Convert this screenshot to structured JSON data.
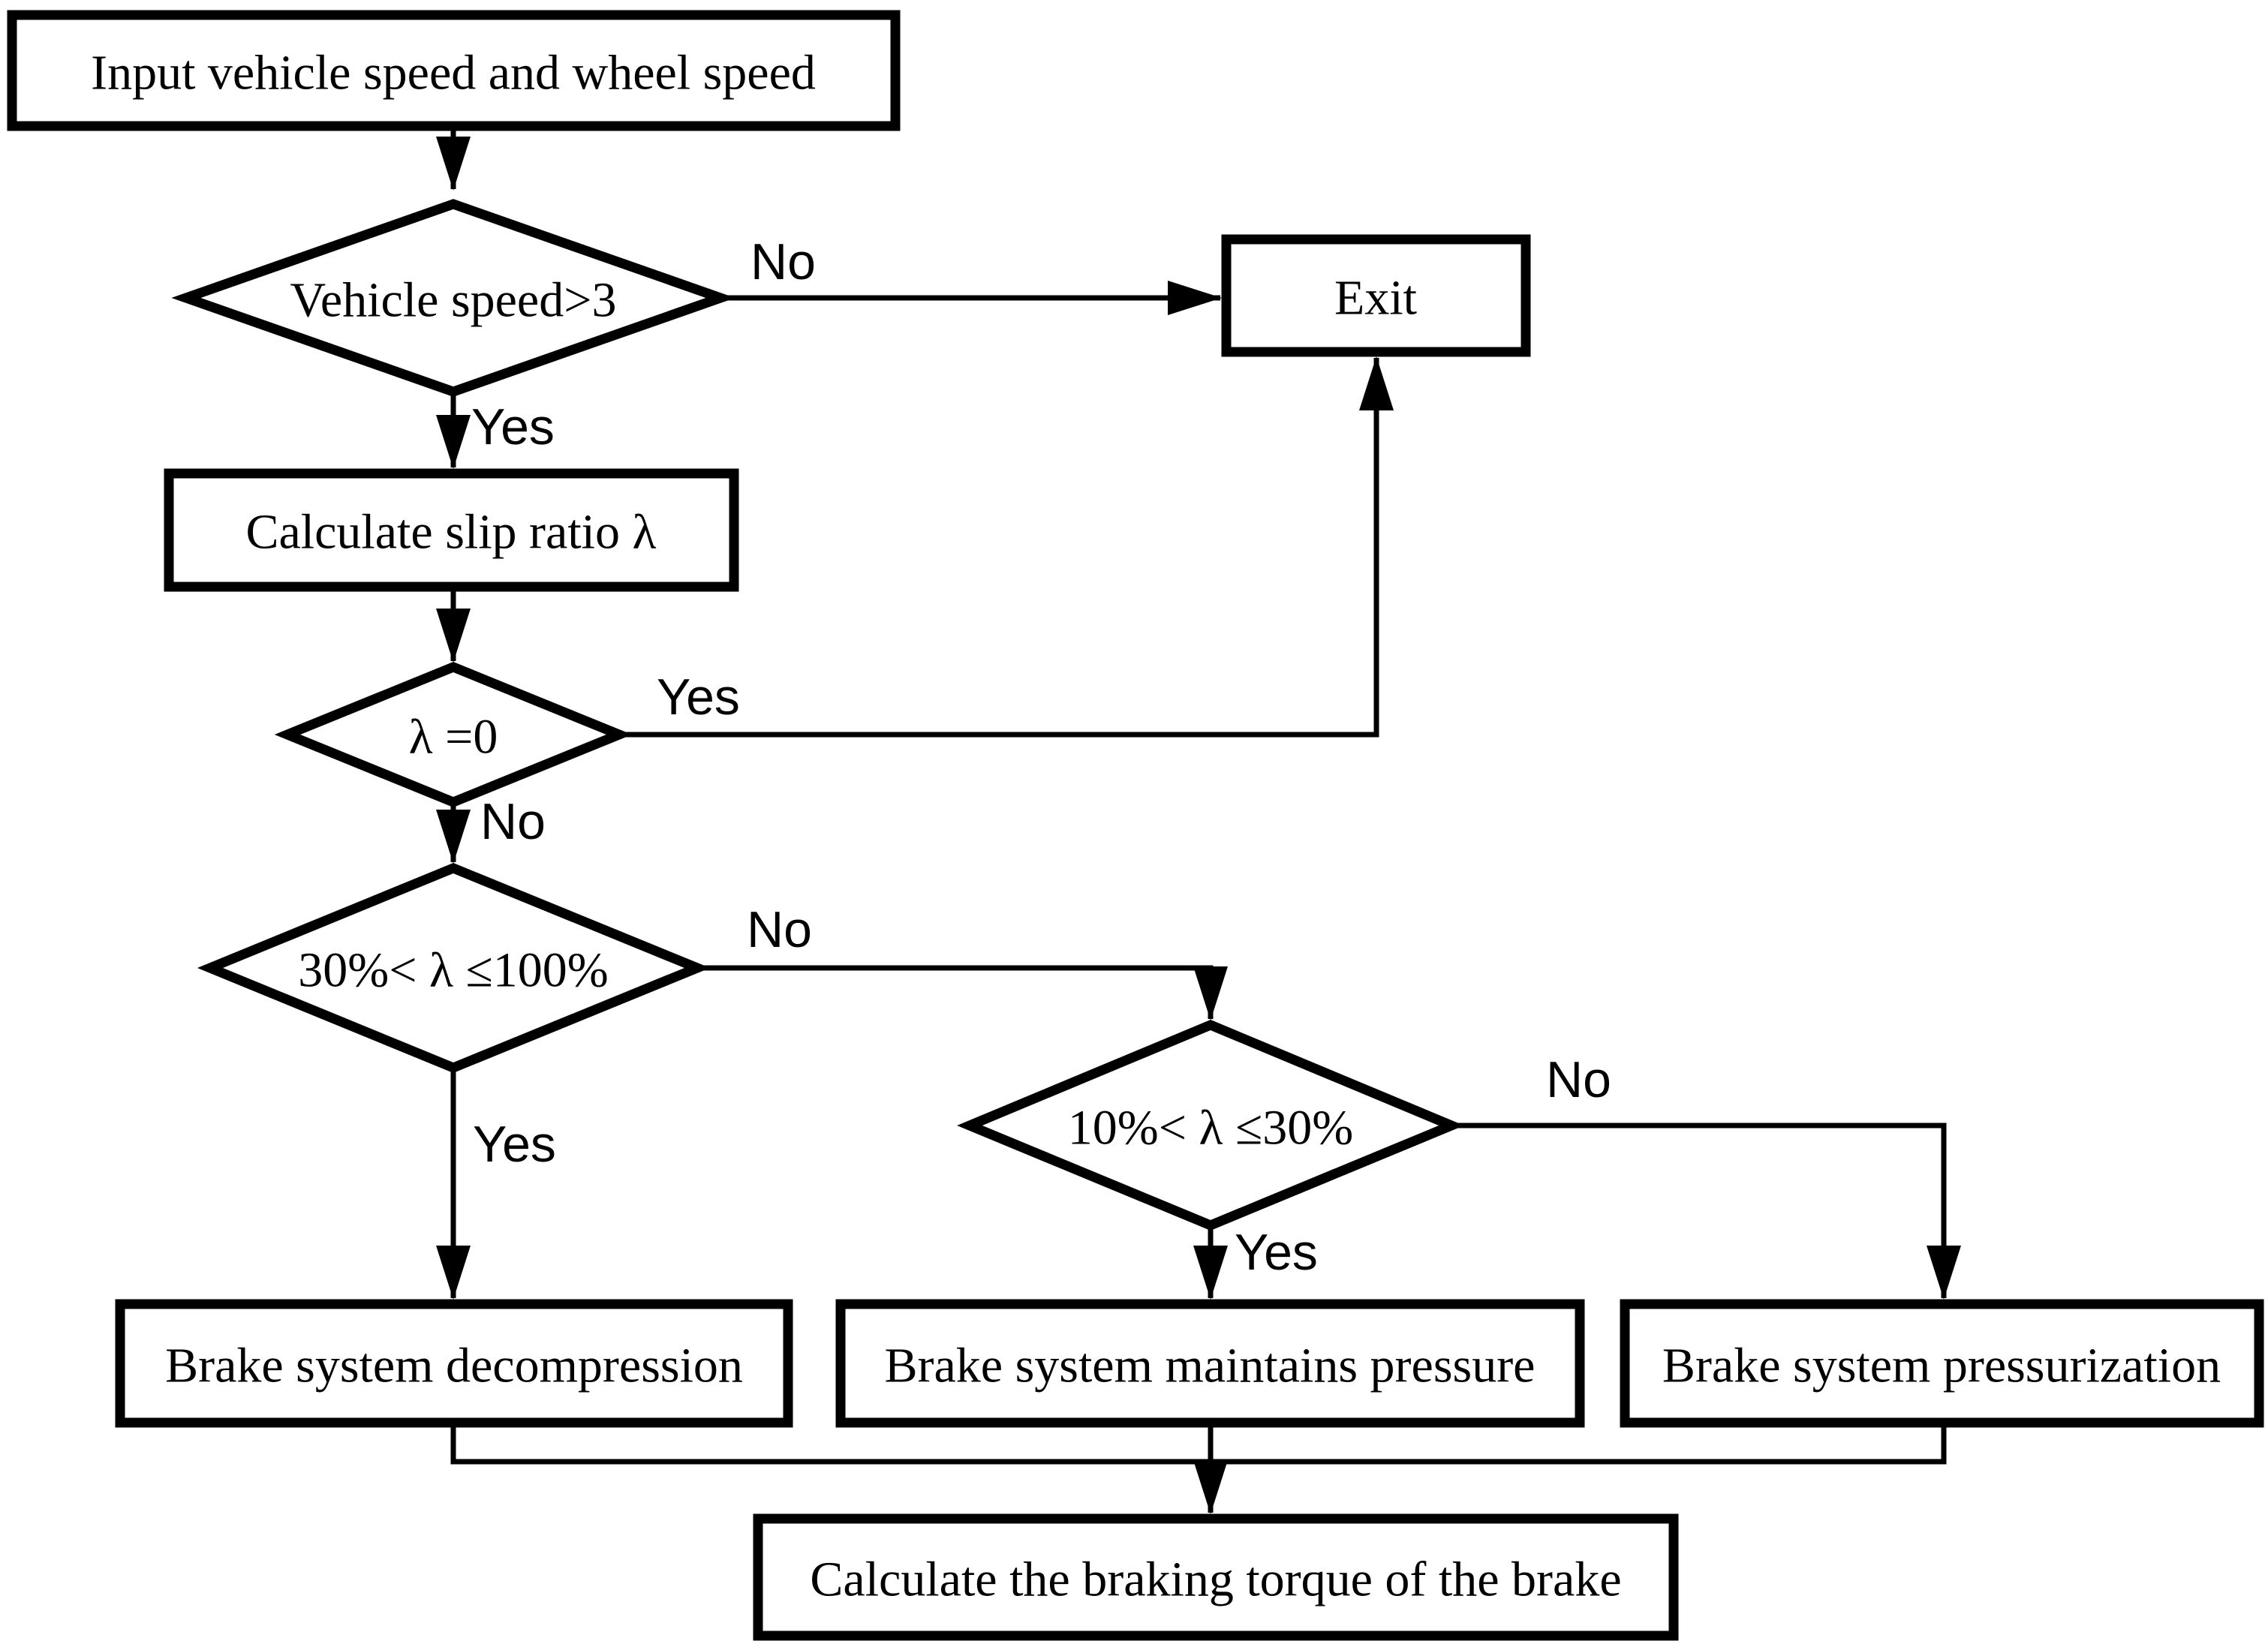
{
  "canvas": {
    "background": "#ffffff",
    "stroke_color": "#000000"
  },
  "nodes": {
    "input": {
      "type": "process",
      "label": "Input vehicle speed and wheel speed"
    },
    "speed_check": {
      "type": "decision",
      "label": "Vehicle speed>3"
    },
    "exit": {
      "type": "process",
      "label": "Exit"
    },
    "calc_slip": {
      "type": "process",
      "label": "Calculate slip ratio λ"
    },
    "lambda_zero": {
      "type": "decision",
      "label": "λ =0"
    },
    "slip_30_100": {
      "type": "decision",
      "label": "30%< λ ≤100%"
    },
    "slip_10_30": {
      "type": "decision",
      "label": "10%< λ ≤30%"
    },
    "decompression": {
      "type": "process",
      "label": "Brake system decompression"
    },
    "maintain": {
      "type": "process",
      "label": "Brake system maintains pressure"
    },
    "pressurize": {
      "type": "process",
      "label": "Brake system pressurization"
    },
    "calc_torque": {
      "type": "process",
      "label": "Calculate the braking torque of the brake"
    }
  },
  "edge_labels": {
    "speed_no": "No",
    "speed_yes": "Yes",
    "lambda_yes": "Yes",
    "lambda_no": "No",
    "slip30_no": "No",
    "slip30_yes": "Yes",
    "slip10_no": "No",
    "slip10_yes": "Yes"
  }
}
